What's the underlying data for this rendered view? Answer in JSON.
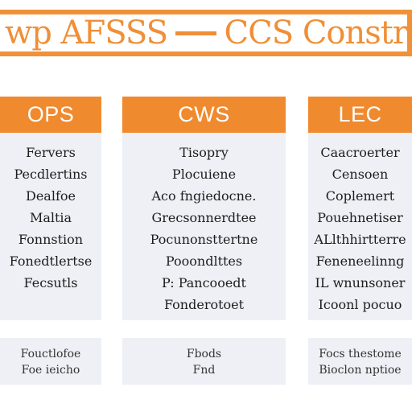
{
  "banner": {
    "left": "wp AFSSS",
    "right": "CCS Constr"
  },
  "columns": [
    {
      "title": "OPS",
      "items": [
        "Fervers",
        "Pecdlertins",
        "Dealfoe",
        "Maltia",
        "Fonnstion",
        "Fonedtlertse",
        "Fecsutls"
      ],
      "footer": [
        "Fouctlofoe",
        "Foe ieicho"
      ]
    },
    {
      "title": "CWS",
      "items": [
        "Tisopry",
        "Plocuiene",
        "Aco fngiedocne.",
        "Grecsonnerdtee",
        "Pocunonsttertne",
        "Pooondlttes",
        "P: Pancooedt",
        "Fonderotoet"
      ],
      "footer": [
        "Fbods",
        "Fnd"
      ]
    },
    {
      "title": "LEC",
      "items": [
        "Caacroerter",
        "Censoen",
        "Coplemert",
        "Pouehnetiser",
        "ALlthhirtterre",
        "Feneneelinng",
        "IL wnunsoner",
        "Icoonl pocuo"
      ],
      "footer": [
        "Focs thestome",
        "Bioclon nptioe"
      ]
    }
  ]
}
